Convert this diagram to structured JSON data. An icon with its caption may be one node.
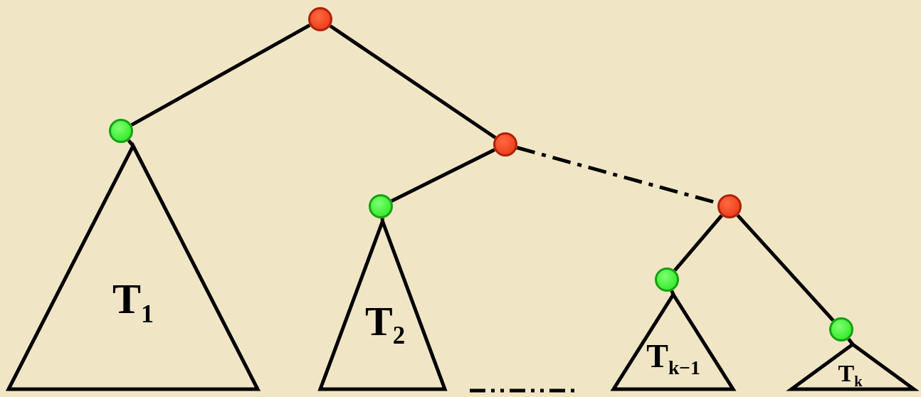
{
  "diagram": {
    "nodes": [
      {
        "text": [],
        "shape": "circle"
      },
      {
        "text": [],
        "shape": "circle"
      },
      {
        "text": [],
        "shape": "circle"
      },
      {
        "text": [],
        "shape": "circle"
      },
      {
        "text": [],
        "shape": "circle"
      },
      {
        "text": [
          "T$_{1}$"
        ]
      },
      {
        "text": [
          "T$_{2}$"
        ]
      },
      {
        "text": [],
        "shape": "circle"
      },
      {
        "text": [],
        "shape": "circle"
      },
      {
        "text": [
          "T$_{k−1}$"
        ]
      },
      {
        "text": [
          "T$_{k}$"
        ]
      }
    ],
    "edges": [
      {
        "from": 0,
        "to": 1,
        "arrow": "none"
      },
      {
        "from": 0,
        "to": 2,
        "arrow": "none"
      },
      {
        "from": 2,
        "to": 3,
        "arrow": "none"
      },
      {
        "from": 2,
        "to": 4,
        "arrow": "none",
        "style": "dashed"
      },
      {
        "from": 4,
        "to": 7,
        "arrow": "none"
      },
      {
        "from": 4,
        "to": 8,
        "arrow": "none"
      },
      {
        "from": 1,
        "to": 5,
        "arrow": "none"
      },
      {
        "from": 3,
        "to": 6,
        "arrow": "none"
      },
      {
        "from": 7,
        "to": 9,
        "arrow": "none"
      },
      {
        "from": 8,
        "to": 10,
        "arrow": "none"
      }
    ]
  }
}
